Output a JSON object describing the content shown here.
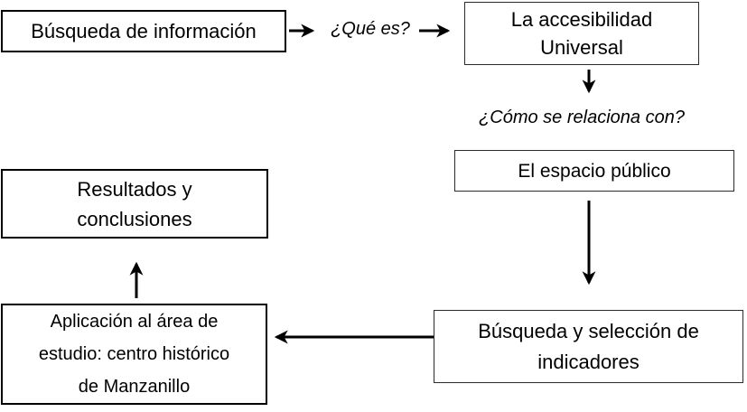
{
  "diagram": {
    "background_color": "#ffffff",
    "box_fill": "#ffffff",
    "box_border_color": "#000000",
    "text_color": "#000000",
    "arrow_color": "#000000"
  },
  "nodes": [
    {
      "id": "busqueda-informacion",
      "label": "Búsqueda de información",
      "lines": [
        "Búsqueda de información"
      ]
    },
    {
      "id": "accesibilidad-universal",
      "label": "La accesibilidad Universal",
      "lines": [
        "La accesibilidad",
        "Universal"
      ]
    },
    {
      "id": "espacio-publico",
      "label": "El espacio público",
      "lines": [
        "El espacio público"
      ]
    },
    {
      "id": "busqueda-indicadores",
      "label": "Búsqueda y selección de indicadores",
      "lines": [
        "Búsqueda y selección de",
        "indicadores"
      ]
    },
    {
      "id": "aplicacion-area-estudio",
      "label": "Aplicación al área de estudio: centro histórico de Manzanillo",
      "lines": [
        "Aplicación al área de",
        "estudio: centro histórico",
        "de Manzanillo"
      ]
    },
    {
      "id": "resultados-conclusiones",
      "label": "Resultados y conclusiones",
      "lines": [
        "Resultados y",
        "conclusiones"
      ]
    }
  ],
  "edge_labels": [
    {
      "id": "que-es-label",
      "label": "¿Qué es?"
    },
    {
      "id": "como-se-relaciona-label",
      "label": "¿Cómo se relaciona con?"
    }
  ],
  "arrows": [
    {
      "id": "arrow-busqueda-to-que-es",
      "from": "busqueda-informacion",
      "to": "que-es-label",
      "direction": "right"
    },
    {
      "id": "arrow-que-es-to-accesibilidad",
      "from": "que-es-label",
      "to": "accesibilidad-universal",
      "direction": "right"
    },
    {
      "id": "arrow-accesibilidad-to-como",
      "from": "accesibilidad-universal",
      "to": "como-se-relaciona-label",
      "direction": "down"
    },
    {
      "id": "arrow-espacio-to-indicadores",
      "from": "espacio-publico",
      "to": "busqueda-indicadores",
      "direction": "down"
    },
    {
      "id": "arrow-indicadores-to-aplicacion",
      "from": "busqueda-indicadores",
      "to": "aplicacion-area-estudio",
      "direction": "left"
    },
    {
      "id": "arrow-aplicacion-to-resultados",
      "from": "aplicacion-area-estudio",
      "to": "resultados-conclusiones",
      "direction": "up"
    }
  ]
}
